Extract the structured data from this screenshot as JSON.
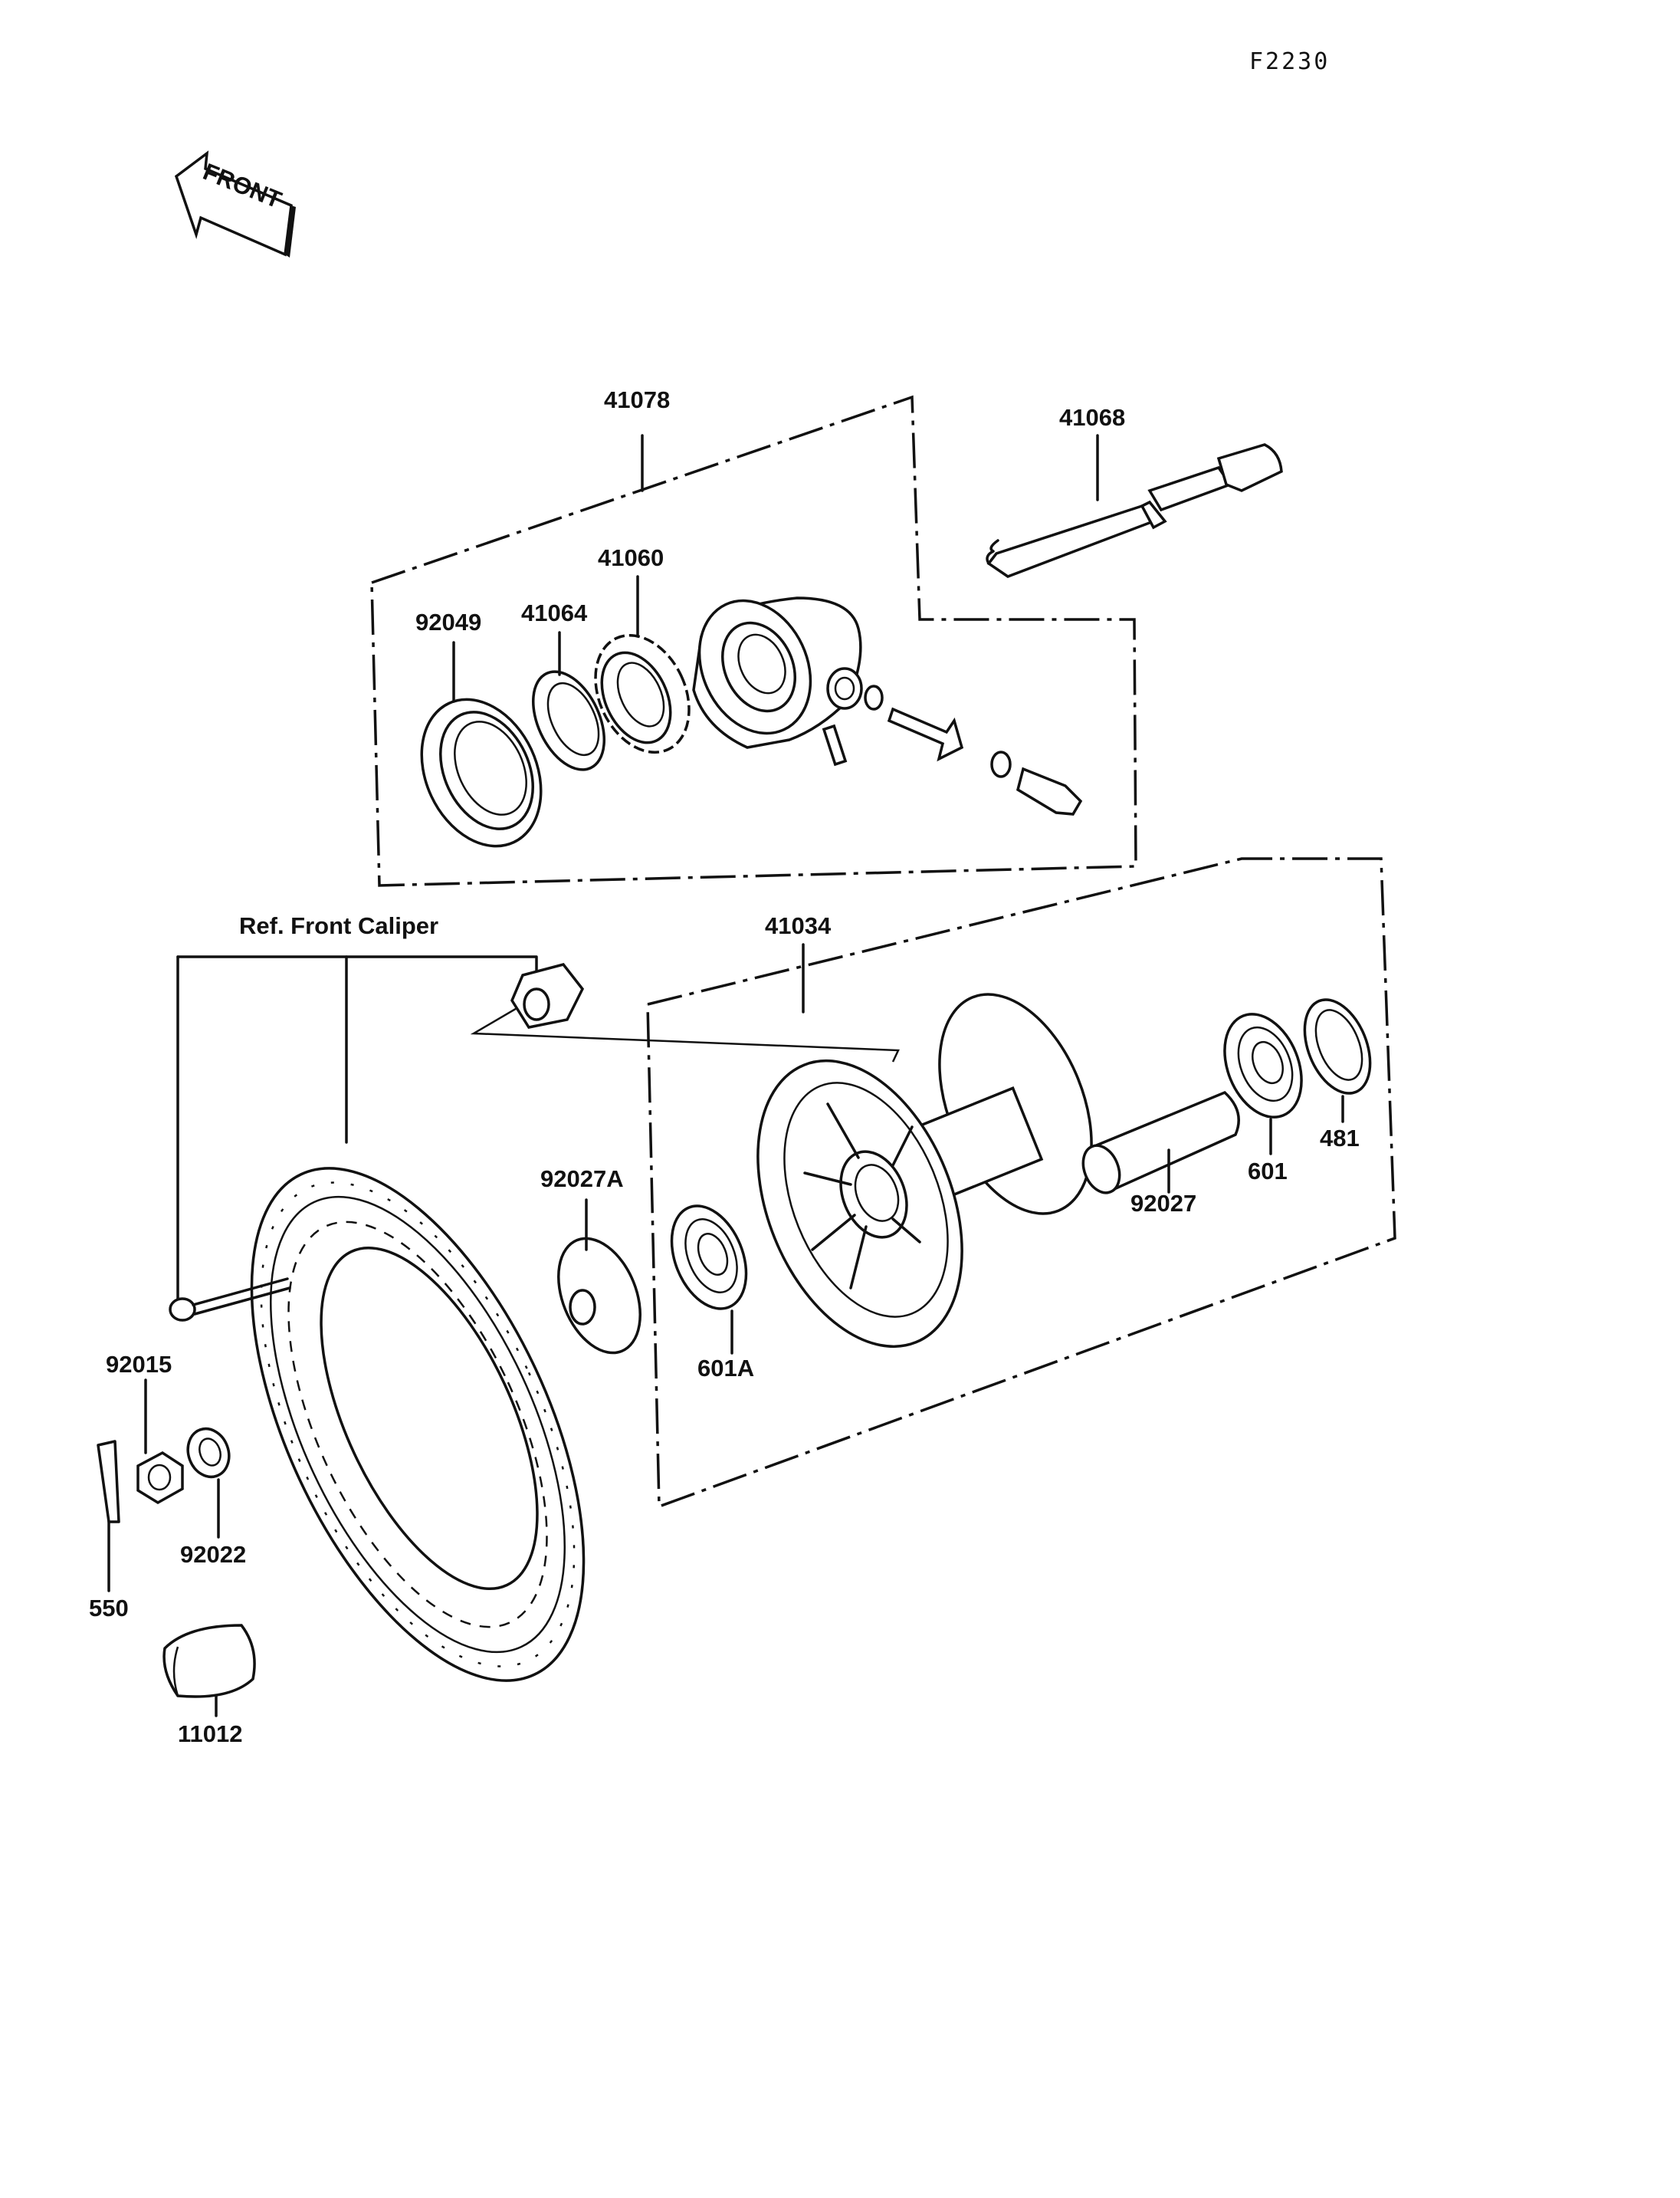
{
  "diagram_code": "F2230",
  "front_marker": "FRONT",
  "reference": "Ref. Front Caliper",
  "parts": {
    "p41078": "41078",
    "p41068": "41068",
    "p41060": "41060",
    "p41064": "41064",
    "p92049": "92049",
    "p41034": "41034",
    "p92027A": "92027A",
    "p601A": "601A",
    "p92027": "92027",
    "p601": "601",
    "p481": "481",
    "p92015": "92015",
    "p92022": "92022",
    "p550": "550",
    "p11012": "11012"
  }
}
